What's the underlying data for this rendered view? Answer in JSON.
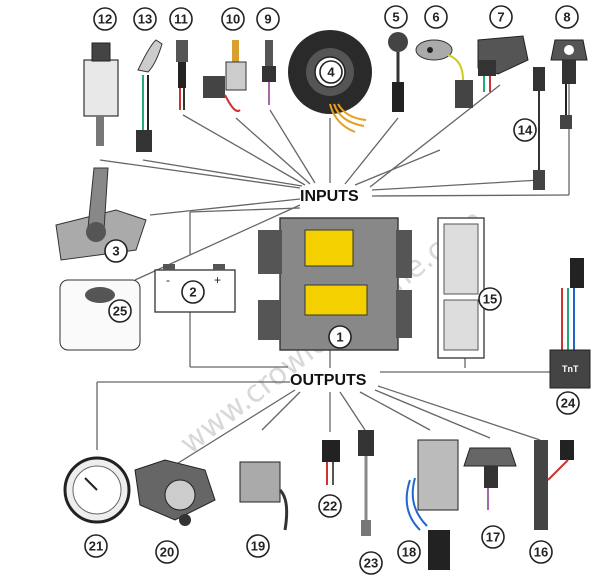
{
  "diagram": {
    "inputs_label": "INPUTS",
    "outputs_label": "OUTPUTS",
    "watermark": "www.crowleymarine.com",
    "battery_minus": "-",
    "battery_plus": "+",
    "module_label": "TnT",
    "callouts": [
      "1",
      "2",
      "3",
      "4",
      "5",
      "6",
      "7",
      "8",
      "9",
      "10",
      "11",
      "12",
      "13",
      "14",
      "15",
      "16",
      "17",
      "18",
      "19",
      "20",
      "21",
      "22",
      "23",
      "24",
      "25"
    ]
  }
}
